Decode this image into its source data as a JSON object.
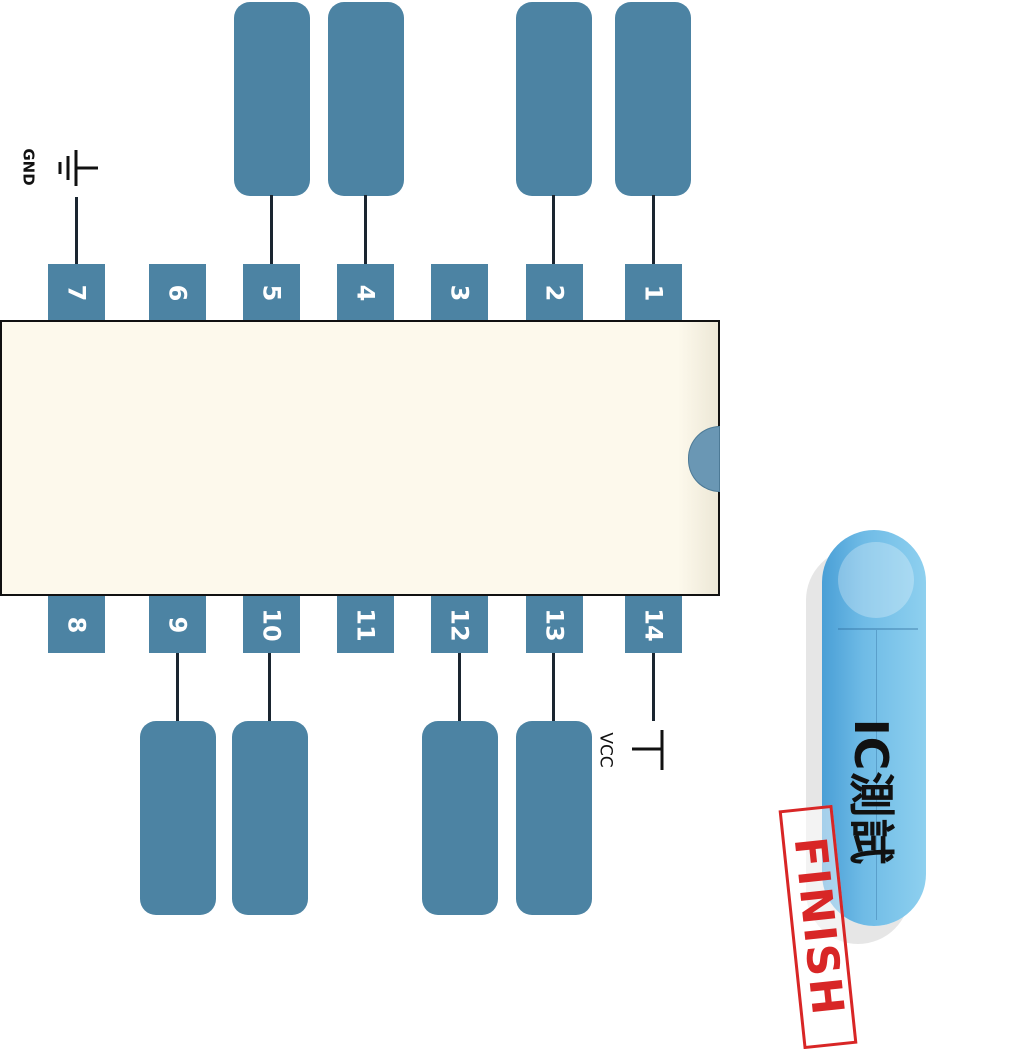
{
  "chip": {
    "top_pins": [
      "7",
      "6",
      "5",
      "4",
      "3",
      "2",
      "1"
    ],
    "bottom_pins": [
      "8",
      "9",
      "10",
      "11",
      "12",
      "13",
      "14"
    ]
  },
  "labels": {
    "ground": "GND",
    "power": "VCC"
  },
  "test_button": {
    "label": "IC測試"
  },
  "stamp": {
    "text": "FINISH"
  },
  "colors": {
    "pin": "#4c83a3",
    "chip_body": "#fdf9ec",
    "button": "#6fbbe6",
    "stamp": "#d82626"
  },
  "icons": [
    "ground-symbol-icon",
    "vcc-symbol-icon"
  ]
}
